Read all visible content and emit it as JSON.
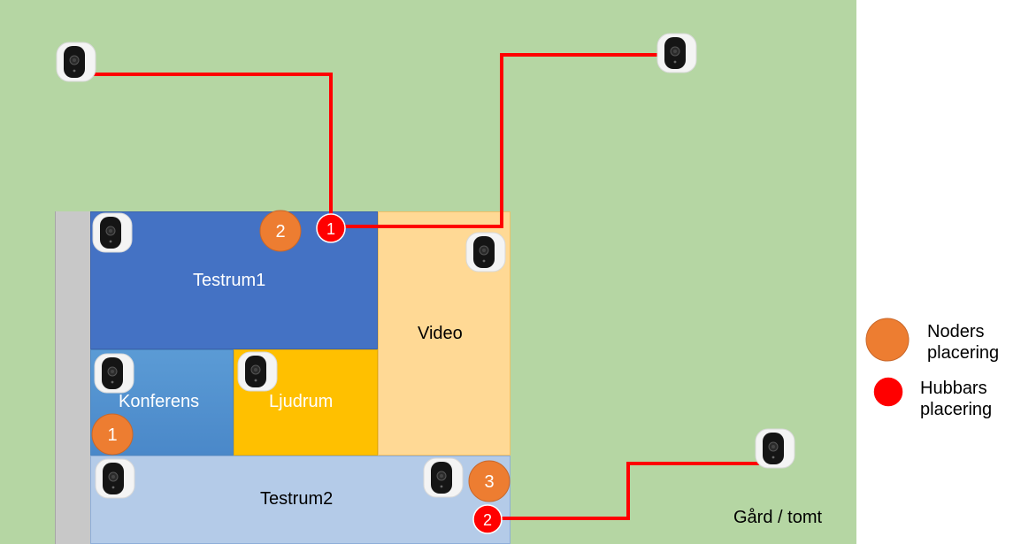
{
  "rooms": {
    "testrum1": "Testrum1",
    "video": "Video",
    "konferens": "Konferens",
    "ljudrum": "Ljudrum",
    "testrum2": "Testrum2"
  },
  "nodes": [
    {
      "label": "2",
      "location": "Testrum1"
    },
    {
      "label": "1",
      "location": "Konferens"
    },
    {
      "label": "3",
      "location": "Testrum2"
    }
  ],
  "hubs": [
    {
      "label": "1",
      "location": "Testrum1 / Video"
    },
    {
      "label": "2",
      "location": "Testrum2"
    }
  ],
  "legend": {
    "node_line1": "Noders",
    "node_line2": "placering",
    "hub_line1": "Hubbars",
    "hub_line2": "placering"
  },
  "yard_label": "Gård / tomt",
  "colors": {
    "yard": "#b5d6a3",
    "node": "#ed7d31",
    "hub": "#ff0000",
    "connection": "#ff0000",
    "testrum1": "#4472c4",
    "video": "#ffd995",
    "konferens": "#5b9bd5",
    "ljudrum": "#ffc000",
    "testrum2": "#b4cbe8"
  },
  "icons": {
    "camera": "security-camera-icon"
  }
}
